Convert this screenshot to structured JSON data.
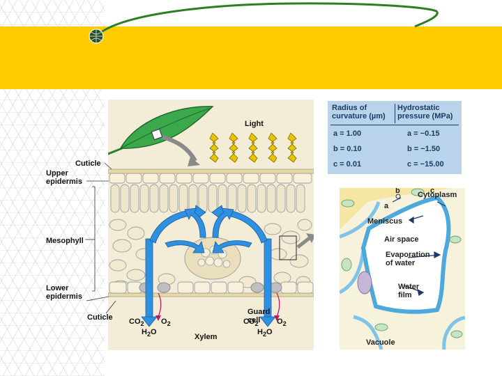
{
  "leaf_diagram": {
    "labels": {
      "light": "Light",
      "cuticle_top": "Cuticle",
      "upper_epidermis_1": "Upper",
      "upper_epidermis_2": "epidermis",
      "mesophyll": "Mesophyll",
      "lower_epidermis_1": "Lower",
      "lower_epidermis_2": "epidermis",
      "cuticle_bottom": "Cuticle",
      "co2_left": "CO",
      "o2_left": "O",
      "h2o_left": "H",
      "guard_cell_1": "Guard",
      "guard_cell_2": "cell",
      "co2_right": "CO",
      "o2_right": "O",
      "h2o_right": "H",
      "xylem": "Xylem",
      "sub2": "2",
      "water_o": "O"
    }
  },
  "table": {
    "col1_header_1": "Radius of",
    "col1_header_2": "curvature (µm)",
    "col2_header_1": "Hydrostatic",
    "col2_header_2": "pressure (MPa)",
    "rows": [
      {
        "radius": "a = 1.00",
        "pressure": "a =  −0.15"
      },
      {
        "radius": "b = 0.10",
        "pressure": "b =   −1.50"
      },
      {
        "radius": "c = 0.01",
        "pressure": "c = −15.00"
      }
    ]
  },
  "detail_diagram": {
    "labels": {
      "a": "a",
      "b": "b",
      "c": "c",
      "cytoplasm": "Cytoplasm",
      "meniscus": "Meniscus",
      "air_space": "Air space",
      "evaporation_1": "Evaporation",
      "evaporation_2": "of water",
      "water_film_1": "Water",
      "water_film_2": "film",
      "vacuole": "Vacuole"
    }
  },
  "colors": {
    "band": "#ffcc00",
    "leaf_green": "#3aa84b",
    "arrow_blue": "#2f8fe0",
    "table_bg": "#b9d3ea",
    "cell_outline": "#9aa0a0"
  }
}
